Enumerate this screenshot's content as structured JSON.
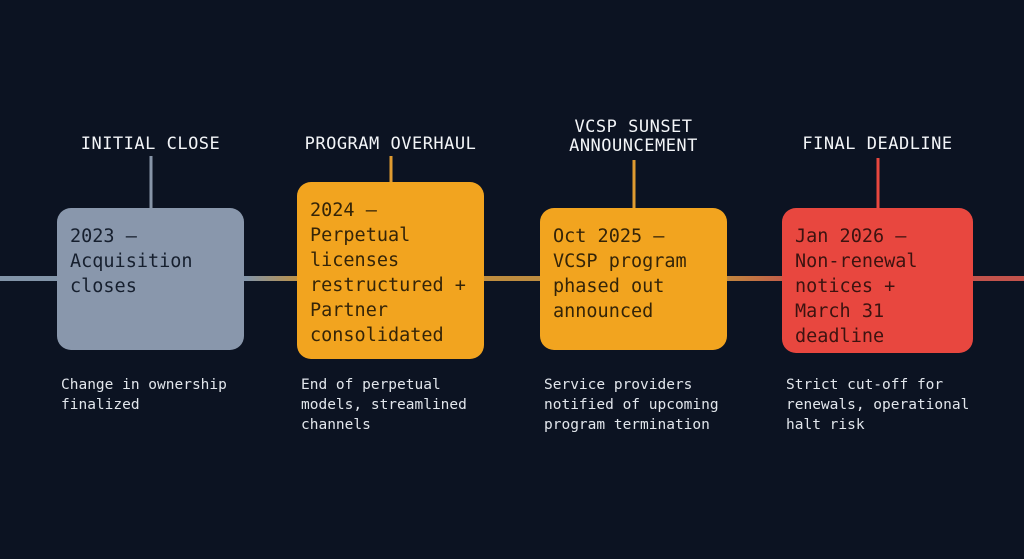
{
  "canvas": {
    "background_color": "#0c1322",
    "axis_colors": {
      "start": "#8294a8",
      "middle": "#c08d3c",
      "end": "#c3534c"
    }
  },
  "timeline": {
    "milestones": [
      {
        "label": "INITIAL CLOSE",
        "card_text": "2023 –\nAcquisition\ncloses",
        "description": "Change in ownership\nfinalized",
        "card_color": "#8997ac",
        "connector_color": "#8795a8"
      },
      {
        "label": "PROGRAM OVERHAUL",
        "card_text": "2024 –\nPerpetual\nlicenses\nrestructured +\nPartner\nconsolidated",
        "description": "End of perpetual\nmodels, streamlined\nchannels",
        "card_color": "#f2a41f",
        "connector_color": "#e09b30"
      },
      {
        "label": "VCSP SUNSET\nANNOUNCEMENT",
        "card_text": "Oct 2025 –\nVCSP program\nphased out\nannounced",
        "description": "Service providers\nnotified of upcoming\nprogram termination",
        "card_color": "#f2a41f",
        "connector_color": "#e09b30"
      },
      {
        "label": "FINAL DEADLINE",
        "card_text": "Jan 2026 –\nNon-renewal\nnotices +\nMarch 31\ndeadline",
        "description": "Strict cut-off for\nrenewals, operational\nhalt risk",
        "card_color": "#e8473f",
        "connector_color": "#e8473f"
      }
    ]
  }
}
